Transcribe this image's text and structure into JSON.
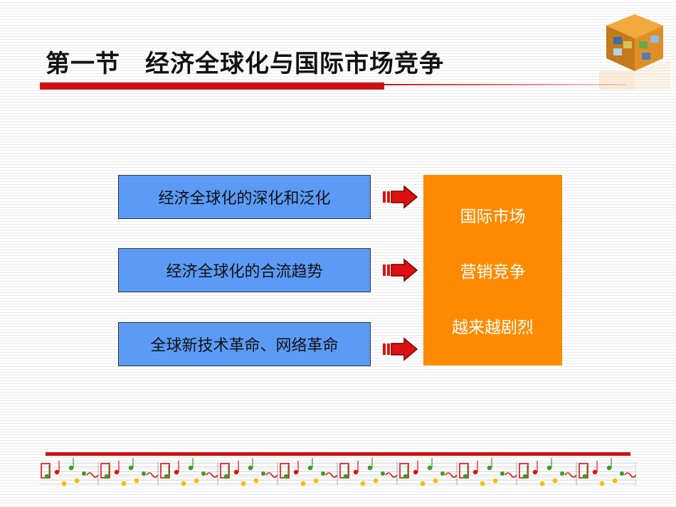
{
  "slide": {
    "title": "第一节　经济全球化与国际市场竞争"
  },
  "causes": [
    "经济全球化的深化和泛化",
    "经济全球化的合流趋势",
    "全球新技术革命、网络革命"
  ],
  "result": {
    "lines": [
      "国际市场",
      "营销竞争",
      "越来越剧烈"
    ]
  },
  "colors": {
    "cause_fill": "#5b9bf5",
    "result_fill": "#ff8a00",
    "accent_red": "#cc1111"
  },
  "icons": [
    "cube-logo-icon",
    "arrow-right-icon",
    "music-notes-icon"
  ]
}
